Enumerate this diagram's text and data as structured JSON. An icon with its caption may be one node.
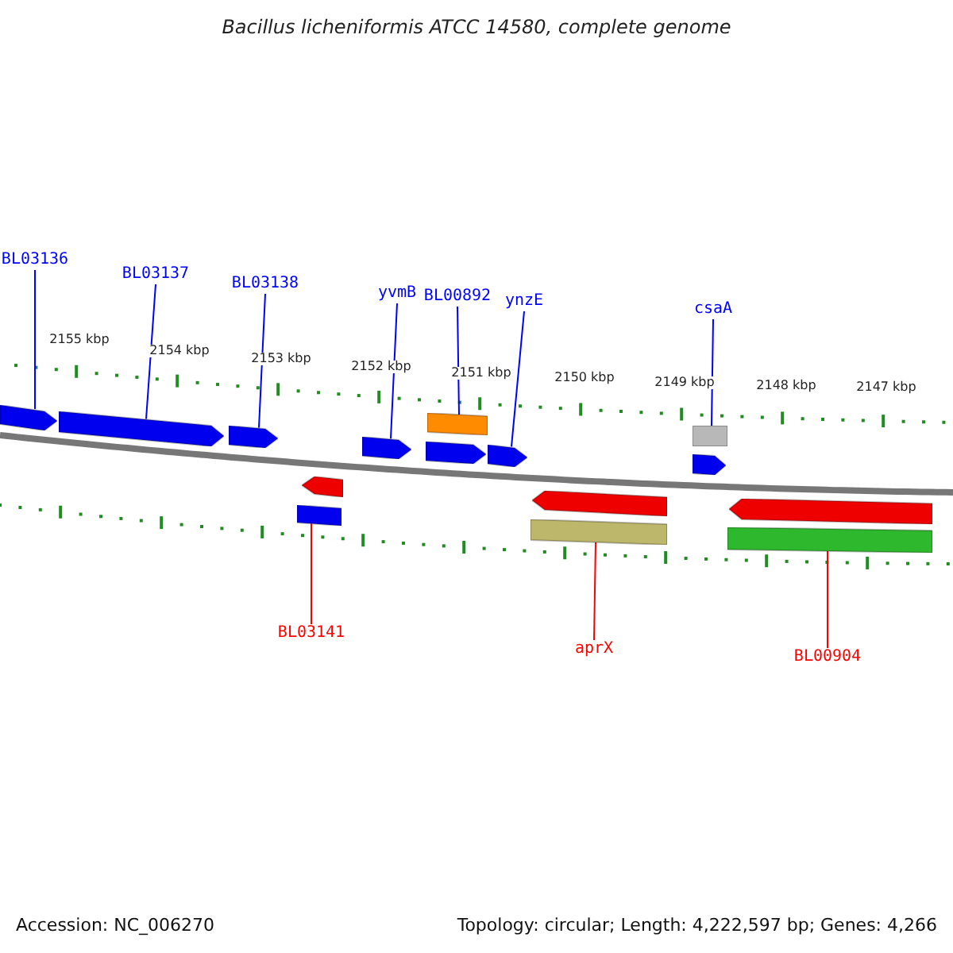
{
  "diagram": {
    "title": "Bacillus licheniformis ATCC 14580, complete genome",
    "nodes": [
      {
        "text": [
          "BL03136"
        ]
      },
      {
        "text": [
          "BL03137"
        ]
      },
      {
        "text": [
          "BL03138"
        ]
      },
      {
        "text": [
          "yvmB"
        ]
      },
      {
        "text": [
          "BL00892"
        ]
      },
      {
        "text": [
          "ynzE"
        ]
      },
      {
        "text": [
          "csaA"
        ]
      },
      {
        "text": [
          "BL03141"
        ]
      },
      {
        "text": [
          "aprX"
        ]
      },
      {
        "text": [
          "BL00904"
        ]
      },
      {
        "text": [],
        "shape": "bar"
      },
      {
        "text": [],
        "shape": "bar"
      },
      {
        "text": [],
        "shape": "bar"
      },
      {
        "text": [],
        "shape": "bar"
      },
      {
        "text": [],
        "shape": "bar"
      },
      {
        "text": [],
        "shape": "bar"
      },
      {
        "text": [],
        "shape": "bar"
      },
      {
        "text": [],
        "shape": "bar"
      },
      {
        "text": [],
        "shape": "bar"
      },
      {
        "text": [],
        "shape": "bar"
      },
      {
        "text": [],
        "shape": "bar"
      },
      {
        "text": [],
        "shape": "bar"
      },
      {
        "text": [],
        "shape": "bar"
      },
      {
        "text": [],
        "shape": "bar"
      },
      {
        "text": [],
        "shape": "bar"
      }
    ],
    "edges": [
      {
        "from": 0,
        "to": 10,
        "arrow": "none"
      },
      {
        "from": 1,
        "to": 11,
        "arrow": "none"
      },
      {
        "from": 2,
        "to": 12,
        "arrow": "none"
      },
      {
        "from": 3,
        "to": 15,
        "arrow": "none"
      },
      {
        "from": 4,
        "to": 16,
        "arrow": "none"
      },
      {
        "from": 5,
        "to": 18,
        "arrow": "none"
      },
      {
        "from": 6,
        "to": 21,
        "arrow": "none"
      },
      {
        "from": 7,
        "to": 14,
        "arrow": "none",
        "color": "#ff0000"
      },
      {
        "from": 8,
        "to": 20,
        "arrow": "none",
        "color": "#ff0000"
      },
      {
        "from": 9,
        "to": 24,
        "arrow": "none",
        "color": "#ff0000"
      }
    ],
    "labels": [
      "2155 kbp",
      "2154 kbp",
      "2153 kbp",
      "2152 kbp",
      "2151 kbp",
      "2150 kbp",
      "2149 kbp",
      "2148 kbp",
      "2147 kbp",
      "Accession: NC_006270",
      "Topology: circular; Length: 4,222,597 bp; Genes: 4,266"
    ]
  }
}
